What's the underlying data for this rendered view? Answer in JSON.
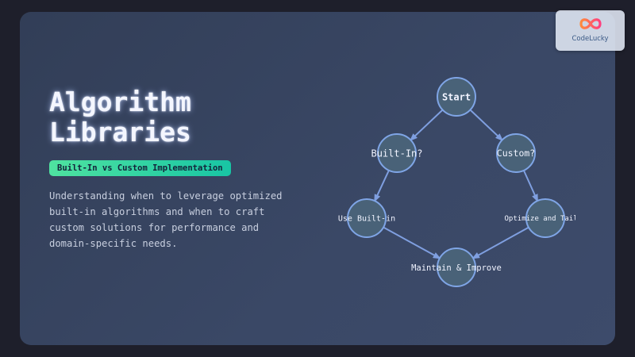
{
  "hero": {
    "title_line1": "Algorithm",
    "title_line2": "Libraries",
    "badge": "Built-In vs Custom Implementation",
    "description": "Understanding when to leverage optimized built-in algorithms and when to craft custom solutions for performance and domain-specific needs."
  },
  "diagram": {
    "nodes": [
      {
        "id": "start",
        "label": "Start"
      },
      {
        "id": "builtin_q",
        "label": "Built-In?"
      },
      {
        "id": "custom_q",
        "label": "Custom?"
      },
      {
        "id": "use_builtin",
        "label": "Use Built-in"
      },
      {
        "id": "optimize",
        "label": "Optimize and Tailor"
      },
      {
        "id": "maintain",
        "label": "Maintain & Improve"
      }
    ],
    "edges": [
      {
        "from": "start",
        "to": "builtin_q"
      },
      {
        "from": "start",
        "to": "custom_q"
      },
      {
        "from": "builtin_q",
        "to": "use_builtin"
      },
      {
        "from": "custom_q",
        "to": "optimize"
      },
      {
        "from": "use_builtin",
        "to": "maintain"
      },
      {
        "from": "optimize",
        "to": "maintain"
      }
    ],
    "colors": {
      "node_fill": "#496278",
      "node_stroke": "#7fa5e6",
      "edge": "#7f9fe0"
    }
  },
  "logo": {
    "icon": "infinity-logo-icon",
    "text": "CodeLucky"
  }
}
